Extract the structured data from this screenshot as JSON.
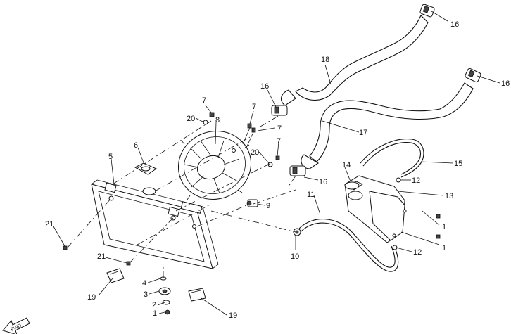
{
  "diagram": {
    "callouts": [
      {
        "id": "c16a",
        "label": "16"
      },
      {
        "id": "c16b",
        "label": "16"
      },
      {
        "id": "c18",
        "label": "18"
      },
      {
        "id": "c16c",
        "label": "16"
      },
      {
        "id": "c17",
        "label": "17"
      },
      {
        "id": "c7a",
        "label": "7"
      },
      {
        "id": "c20a",
        "label": "20"
      },
      {
        "id": "c8",
        "label": "8"
      },
      {
        "id": "c7b",
        "label": "7"
      },
      {
        "id": "c7c",
        "label": "7"
      },
      {
        "id": "c7d",
        "label": "7"
      },
      {
        "id": "c20b",
        "label": "20"
      },
      {
        "id": "c6",
        "label": "6"
      },
      {
        "id": "c5",
        "label": "5"
      },
      {
        "id": "c16d",
        "label": "16"
      },
      {
        "id": "c14",
        "label": "14"
      },
      {
        "id": "c15",
        "label": "15"
      },
      {
        "id": "c12a",
        "label": "12"
      },
      {
        "id": "c13",
        "label": "13"
      },
      {
        "id": "c11",
        "label": "11"
      },
      {
        "id": "c9",
        "label": "9"
      },
      {
        "id": "c1a",
        "label": "1"
      },
      {
        "id": "c1b",
        "label": "1"
      },
      {
        "id": "c12b",
        "label": "12"
      },
      {
        "id": "c10",
        "label": "10"
      },
      {
        "id": "c21a",
        "label": "21"
      },
      {
        "id": "c21b",
        "label": "21"
      },
      {
        "id": "c4",
        "label": "4"
      },
      {
        "id": "c3",
        "label": "3"
      },
      {
        "id": "c2",
        "label": "2"
      },
      {
        "id": "c1c",
        "label": "1"
      },
      {
        "id": "c19a",
        "label": "19"
      },
      {
        "id": "c19b",
        "label": "19"
      }
    ],
    "fwd_arrow_label": "FWD"
  }
}
